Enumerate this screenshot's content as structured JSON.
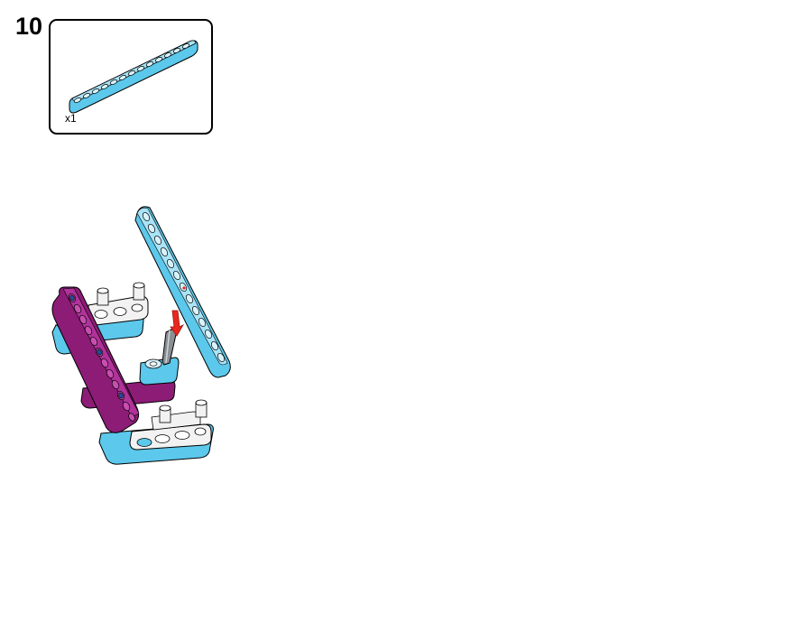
{
  "step": {
    "number": "10"
  },
  "parts_list": [
    {
      "part": "technic-beam-13",
      "color": "#5cc8ec",
      "quantity": "x1"
    }
  ],
  "colors": {
    "beam_azure": "#5cc8ec",
    "beam_magenta": "#8c1c76",
    "connector_white": "#f2f2f2",
    "axle_gray": "#8a8f94",
    "pin_blue": "#1f4f9c",
    "arrow_red": "#e8281e"
  }
}
